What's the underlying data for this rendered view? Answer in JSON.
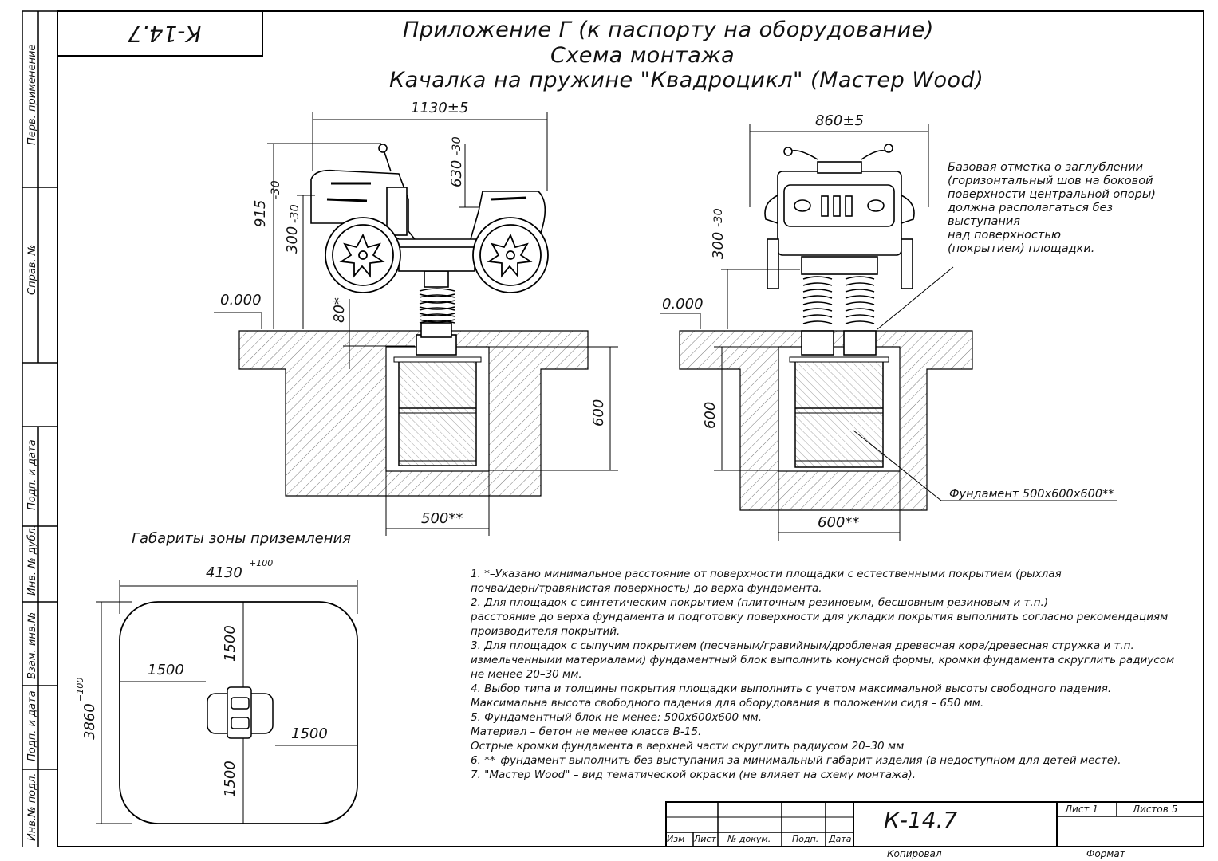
{
  "stamp_code": "К-14.7",
  "titles": {
    "line1": "Приложение Г (к паспорту на оборудование)",
    "line2": "Схема монтажа",
    "line3": "Качалка на пружине \"Квадроцикл\" (Мастер Wood)"
  },
  "side_labels": {
    "perv": "Перв. применение",
    "sprav": "Справ. №",
    "podp_data_1": "Подп. и дата",
    "inv_dubl": "Инв. № дубл.",
    "vzam_inv": "Взам. инв.№",
    "podp_data_2": "Подп. и дата",
    "inv_podl": "Инв.№ подл."
  },
  "side_view": {
    "width": "1130±5",
    "h915": "915",
    "h915_tol": "-30",
    "h630": "630",
    "h630_tol": "-30",
    "h300": "300",
    "h300_tol": "-30",
    "d80": "80*",
    "level": "0.000",
    "depth": "600",
    "found_w": "500**"
  },
  "front_view": {
    "width": "860±5",
    "h300": "300",
    "h300_tol": "-30",
    "level": "0.000",
    "depth": "600",
    "found_w": "600**",
    "base_note": [
      "Базовая отметка о заглублении",
      "(горизонтальный шов на боковой",
      "поверхности центральной опоры)",
      "должна располагаться без",
      "выступания",
      "над поверхностью",
      "(покрытием) площадки."
    ],
    "foundation": "Фундамент 500х600х600**"
  },
  "zone": {
    "title": "Габариты зоны приземления",
    "width": "4130",
    "width_tol": "+100",
    "height": "3860",
    "height_tol": "+100",
    "d_left": "1500",
    "d_right": "1500",
    "d_top": "1500",
    "d_bottom": "1500"
  },
  "notes": [
    "1. *–Указано минимальное расстояние от поверхности площадки с естественными покрытием (рыхлая",
    "почва/дерн/травянистая поверхность) до верха фундамента.",
    "2. Для площадок с синтетическим покрытием (плиточным резиновым, бесшовным резиновым и т.п.)",
    "расстояние до верха фундамента и подготовку поверхности для укладки покрытия выполнить согласно рекомендациям",
    "производителя покрытий.",
    "3. Для площадок с сыпучим покрытием (песчаным/гравийным/дробленая древесная кора/древесная стружка и т.п.",
    "измельченными материалами) фундаментный блок выполнить конусной формы, кромки фундамента скруглить радиусом",
    "не менее 20–30 мм.",
    "4. Выбор типа и толщины покрытия площадки выполнить с учетом максимальной высоты свободного падения.",
    "   Максимальна высота свободного падения для оборудования в положении сидя – 650 мм.",
    "5. Фундаментный блок не менее: 500х600х600 мм.",
    "          Материал – бетон не менее класса В-15.",
    "          Острые кромки фундамента в верхней части скруглить радиусом 20–30 мм",
    "6. **–фундамент выполнить без выступания за минимальный габарит изделия (в недоступном для детей месте).",
    "7.  \"Мастер Wood\" – вид тематической окраски (не влияет на схему монтажа)."
  ],
  "titleblock": {
    "code": "К-14.7",
    "izm": "Изм",
    "list": "Лист",
    "ndokum": "№ докум.",
    "podp": "Подп.",
    "data": "Дата",
    "list1": "Лист 1",
    "listov": "Листов 5",
    "kopiroval": "Копировал",
    "format": "Формат"
  }
}
